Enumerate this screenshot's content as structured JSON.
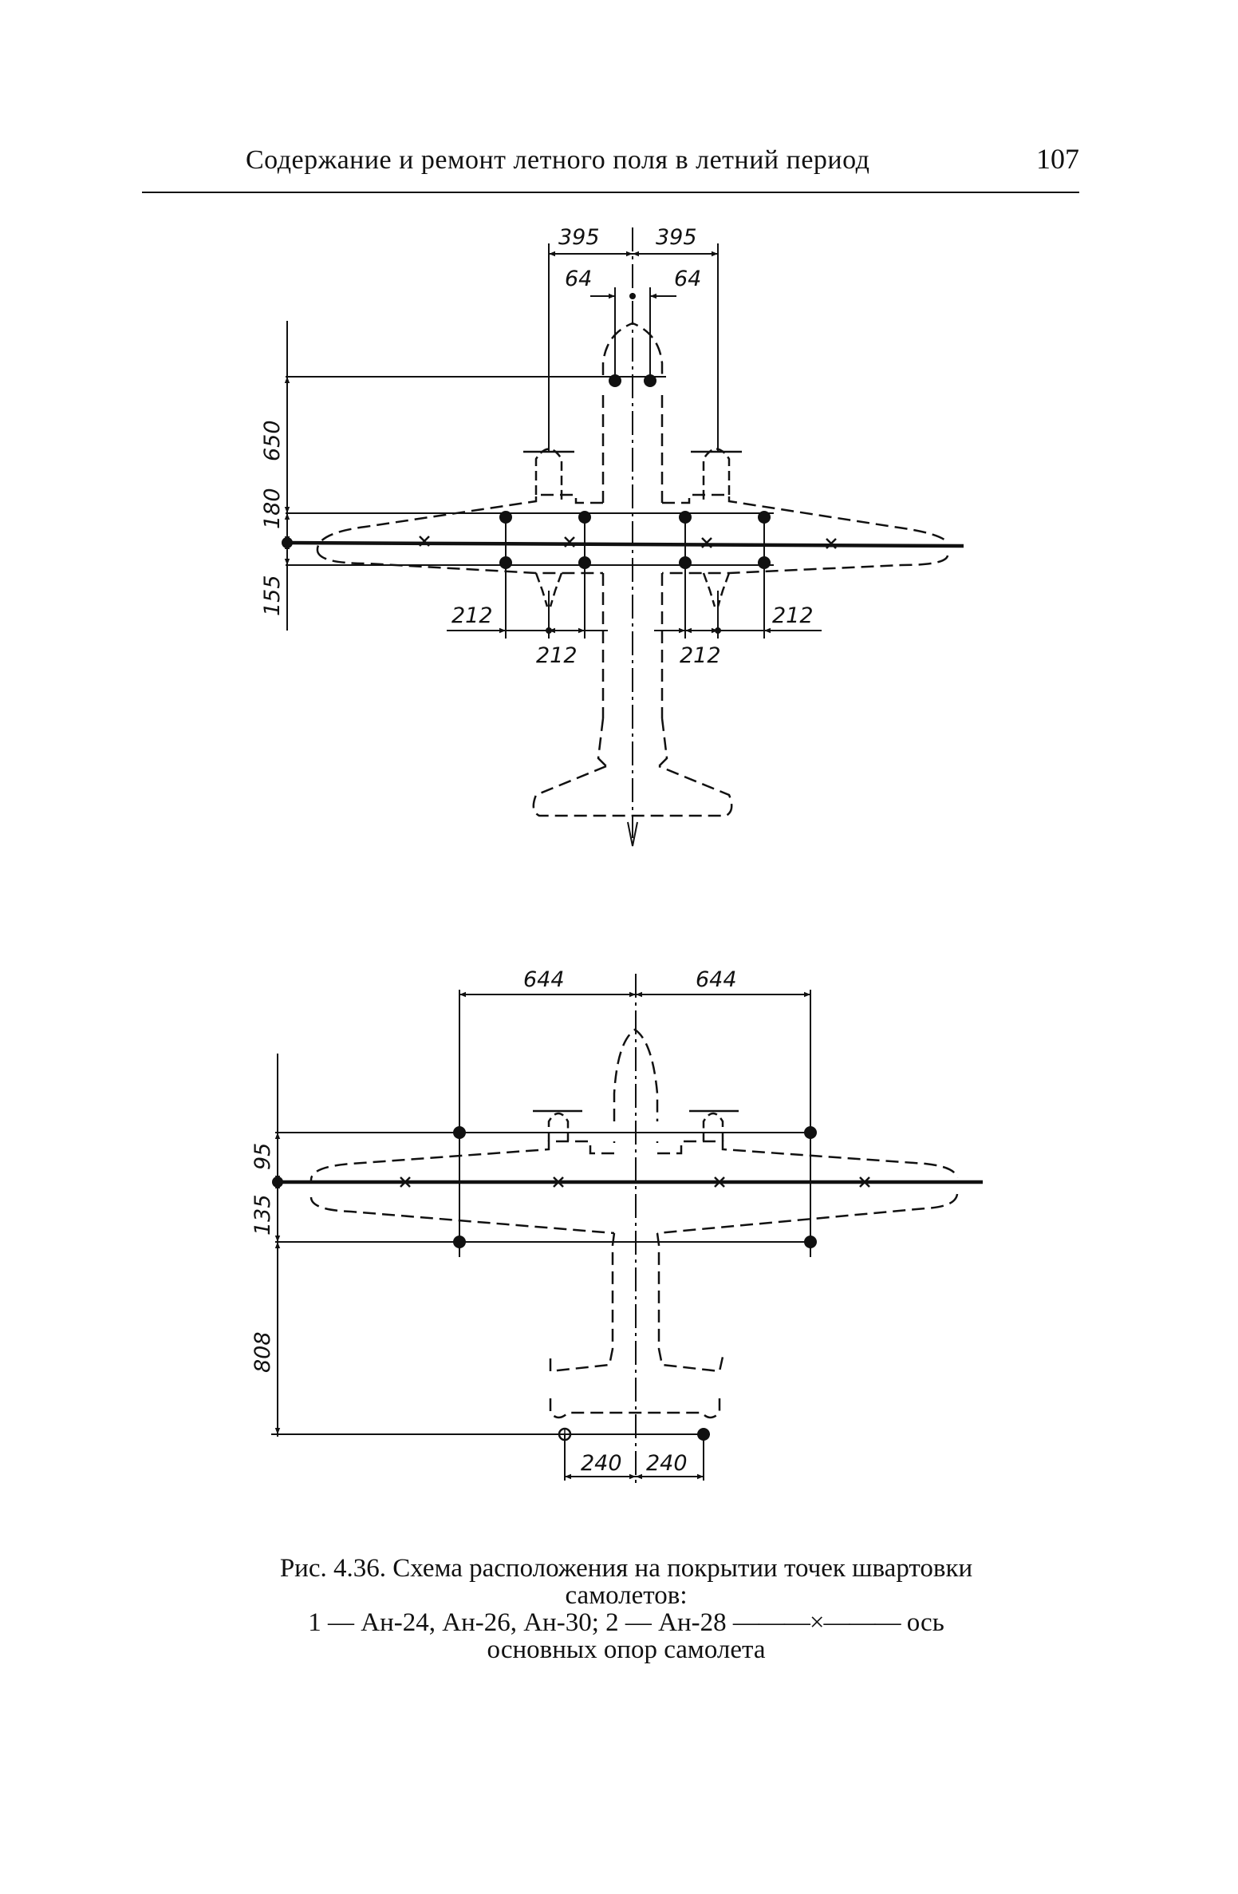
{
  "header": {
    "running_title": "Содержание и ремонт летного поля в летний период",
    "page_number": "107"
  },
  "figure1": {
    "dim_half_span_left": "395",
    "dim_half_span_right": "395",
    "dim_nose_left": "64",
    "dim_nose_right": "64",
    "dim_vertical_front": "650",
    "dim_vertical_mid": "180",
    "dim_vertical_rear": "155",
    "dim_outer_left": "212",
    "dim_inner_left": "212",
    "dim_inner_right": "212",
    "dim_outer_right": "212"
  },
  "figure2": {
    "dim_half_span_left": "644",
    "dim_half_span_right": "644",
    "dim_vertical_front": "95",
    "dim_vertical_rear": "135",
    "dim_vertical_tail": "808",
    "dim_tail_left": "240",
    "dim_tail_right": "240"
  },
  "caption": {
    "line1": "Рис. 4.36. Схема расположения на покрытии точек швартовки",
    "line2": "самолетов:",
    "line3_prefix": "1 — Ан-24, Ан-26, Ан-30; 2 — Ан-28",
    "line3_symbol": "———×———",
    "line3_suffix": "ось",
    "line4": "основных опор самолета"
  }
}
